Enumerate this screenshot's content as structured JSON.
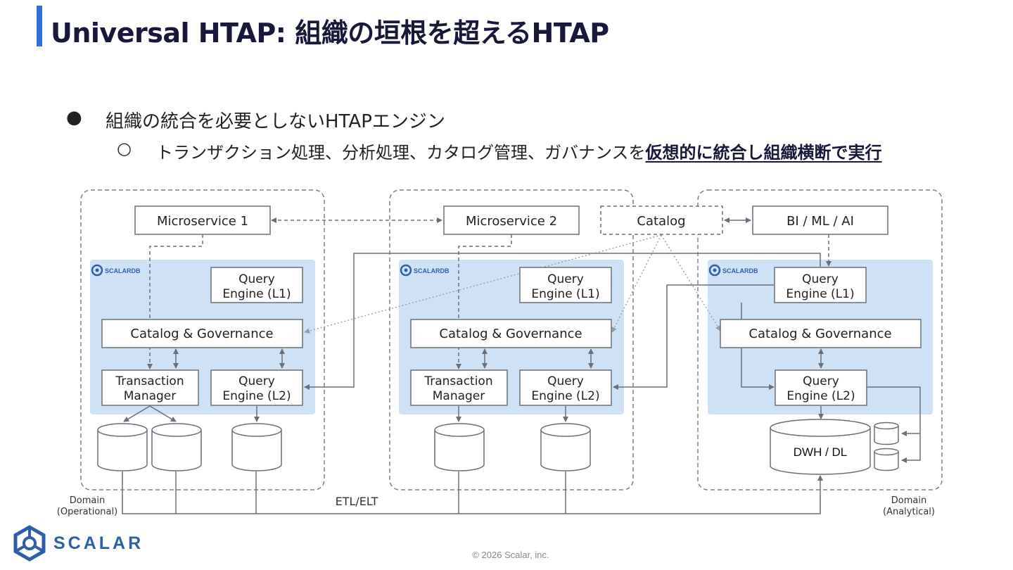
{
  "title": "Universal HTAP: 組織の垣根を超えるHTAP",
  "bullets": {
    "level1": {
      "marker": "●",
      "text": "組織の統合を必要としないHTAPエンジン"
    },
    "level2": {
      "marker": "○",
      "text": "トランザクション処理、分析処理、カタログ管理、ガバナンスを",
      "emphasis": "仮想的に統合し組織横断で実行"
    }
  },
  "diagram": {
    "microservice1": "Microservice 1",
    "microservice2": "Microservice 2",
    "catalog": "Catalog",
    "bi_ml_ai": "BI / ML / AI",
    "scalardb_brand": "SCALARDB",
    "query_engine_l1": [
      "Query",
      "Engine (L1)"
    ],
    "query_engine_l2": [
      "Query",
      "Engine (L2)"
    ],
    "catalog_governance": "Catalog & Governance",
    "transaction_manager": [
      "Transaction",
      "Manager"
    ],
    "dwh_dl": "DWH / DL",
    "etl_elt": "ETL/ELT",
    "domain_operational": [
      "Domain",
      "(Operational)"
    ],
    "domain_analytical": [
      "Domain",
      "(Analytical)"
    ]
  },
  "colors": {
    "accent": "#2f6fd0",
    "scalardb_panel": "#cfe2f5",
    "line": "#6b6f78",
    "brand": "#2e5fa8"
  },
  "logo": {
    "text": "SCALAR"
  },
  "footer": "© 2026 Scalar, inc."
}
